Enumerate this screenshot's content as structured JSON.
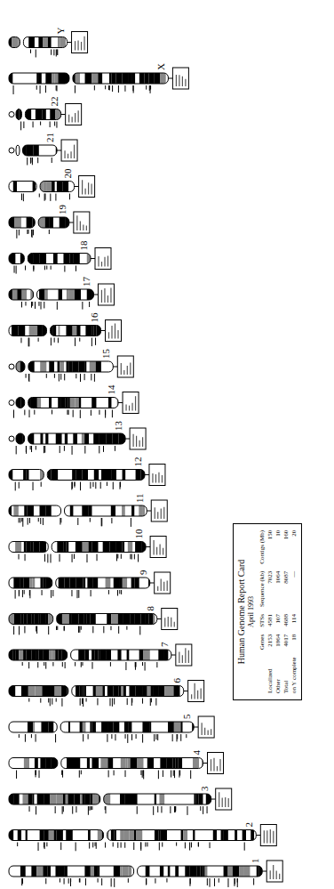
{
  "diagram": {
    "nodes": [
      {
        "text": [
          "Human Genome Report Card",
          "April 1993"
        ]
      }
    ],
    "labels": [
      "1",
      "2",
      "3",
      "4",
      "5",
      "6",
      "7",
      "8",
      "9",
      "10",
      "11",
      "12",
      "13",
      "14",
      "15",
      "16",
      "17",
      "18",
      "19",
      "20",
      "21",
      "22",
      "X",
      "Y",
      "Genes",
      "STSs",
      "Sequence (kb)",
      "Contigs (Mb)",
      "Localized",
      "2153",
      "4581",
      "7023",
      "150",
      "Other",
      "1864",
      "107",
      "1064",
      "10",
      "Total",
      "4017",
      "4688",
      "8087",
      "160",
      "on Y complete",
      "18",
      "114",
      "—",
      "20"
    ]
  }
}
